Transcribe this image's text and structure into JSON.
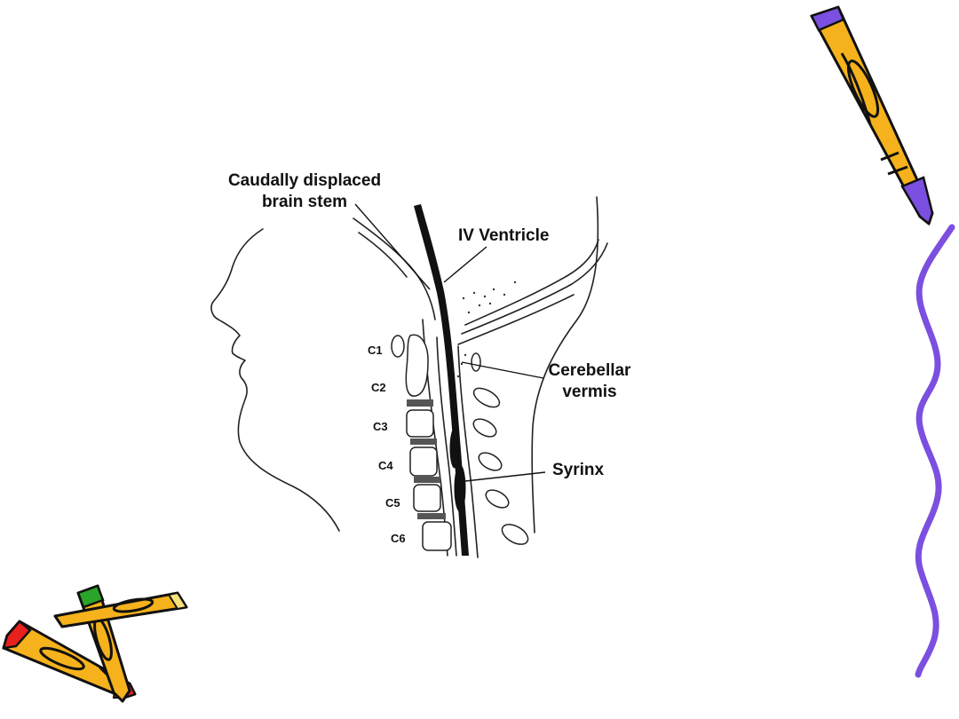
{
  "labels": {
    "brainstem_line1": "Caudally displaced",
    "brainstem_line2": "brain stem",
    "ventricle": "IV Ventricle",
    "vermis_line1": "Cerebellar",
    "vermis_line2": "vermis",
    "syrinx": "Syrinx"
  },
  "vertebrae": [
    "C1",
    "C2",
    "C3",
    "C4",
    "C5",
    "C6"
  ],
  "clipart": {
    "top_right": "pencil-icon",
    "bottom_left": "crossed-pencils-icon",
    "right_border": "wavy-line"
  },
  "colors": {
    "pencil_body": "#f5b21c",
    "pencil_tip": "#7b4fe0",
    "wavy_line": "#7b4fe0",
    "eraser_red": "#e8201e",
    "eraser_green": "#2aa52a"
  }
}
